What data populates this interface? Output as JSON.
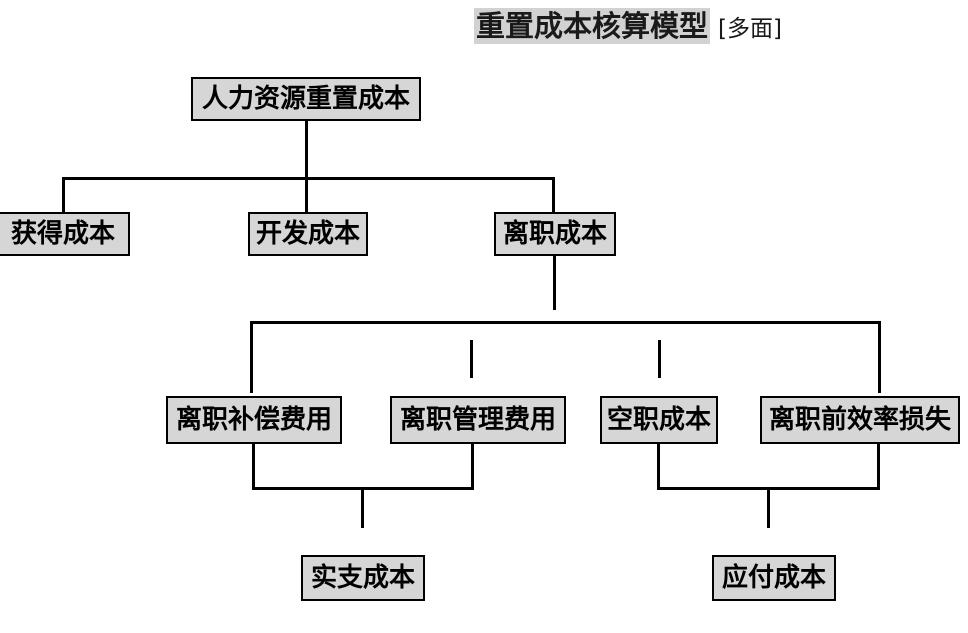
{
  "diagram": {
    "title": {
      "main": "重置成本核算模型",
      "suffix": "[多面]"
    },
    "nodes": {
      "root": "人力资源重置成本",
      "acquisition_cost": "获得成本",
      "development_cost": "开发成本",
      "separation_cost": "离职成本",
      "separation_compensation_fee": "离职补偿费用",
      "separation_management_fee": "离职管理费用",
      "vacancy_cost": "空职成本",
      "pre_separation_efficiency_loss": "离职前效率损失",
      "actual_payment_cost": "实支成本",
      "payable_cost": "应付成本"
    },
    "colors": {
      "node_fill": "#d6d6d6",
      "node_border": "#000000",
      "line": "#000000",
      "title_highlight": "#d2d2d2",
      "text": "#000000",
      "background": "#ffffff"
    }
  }
}
